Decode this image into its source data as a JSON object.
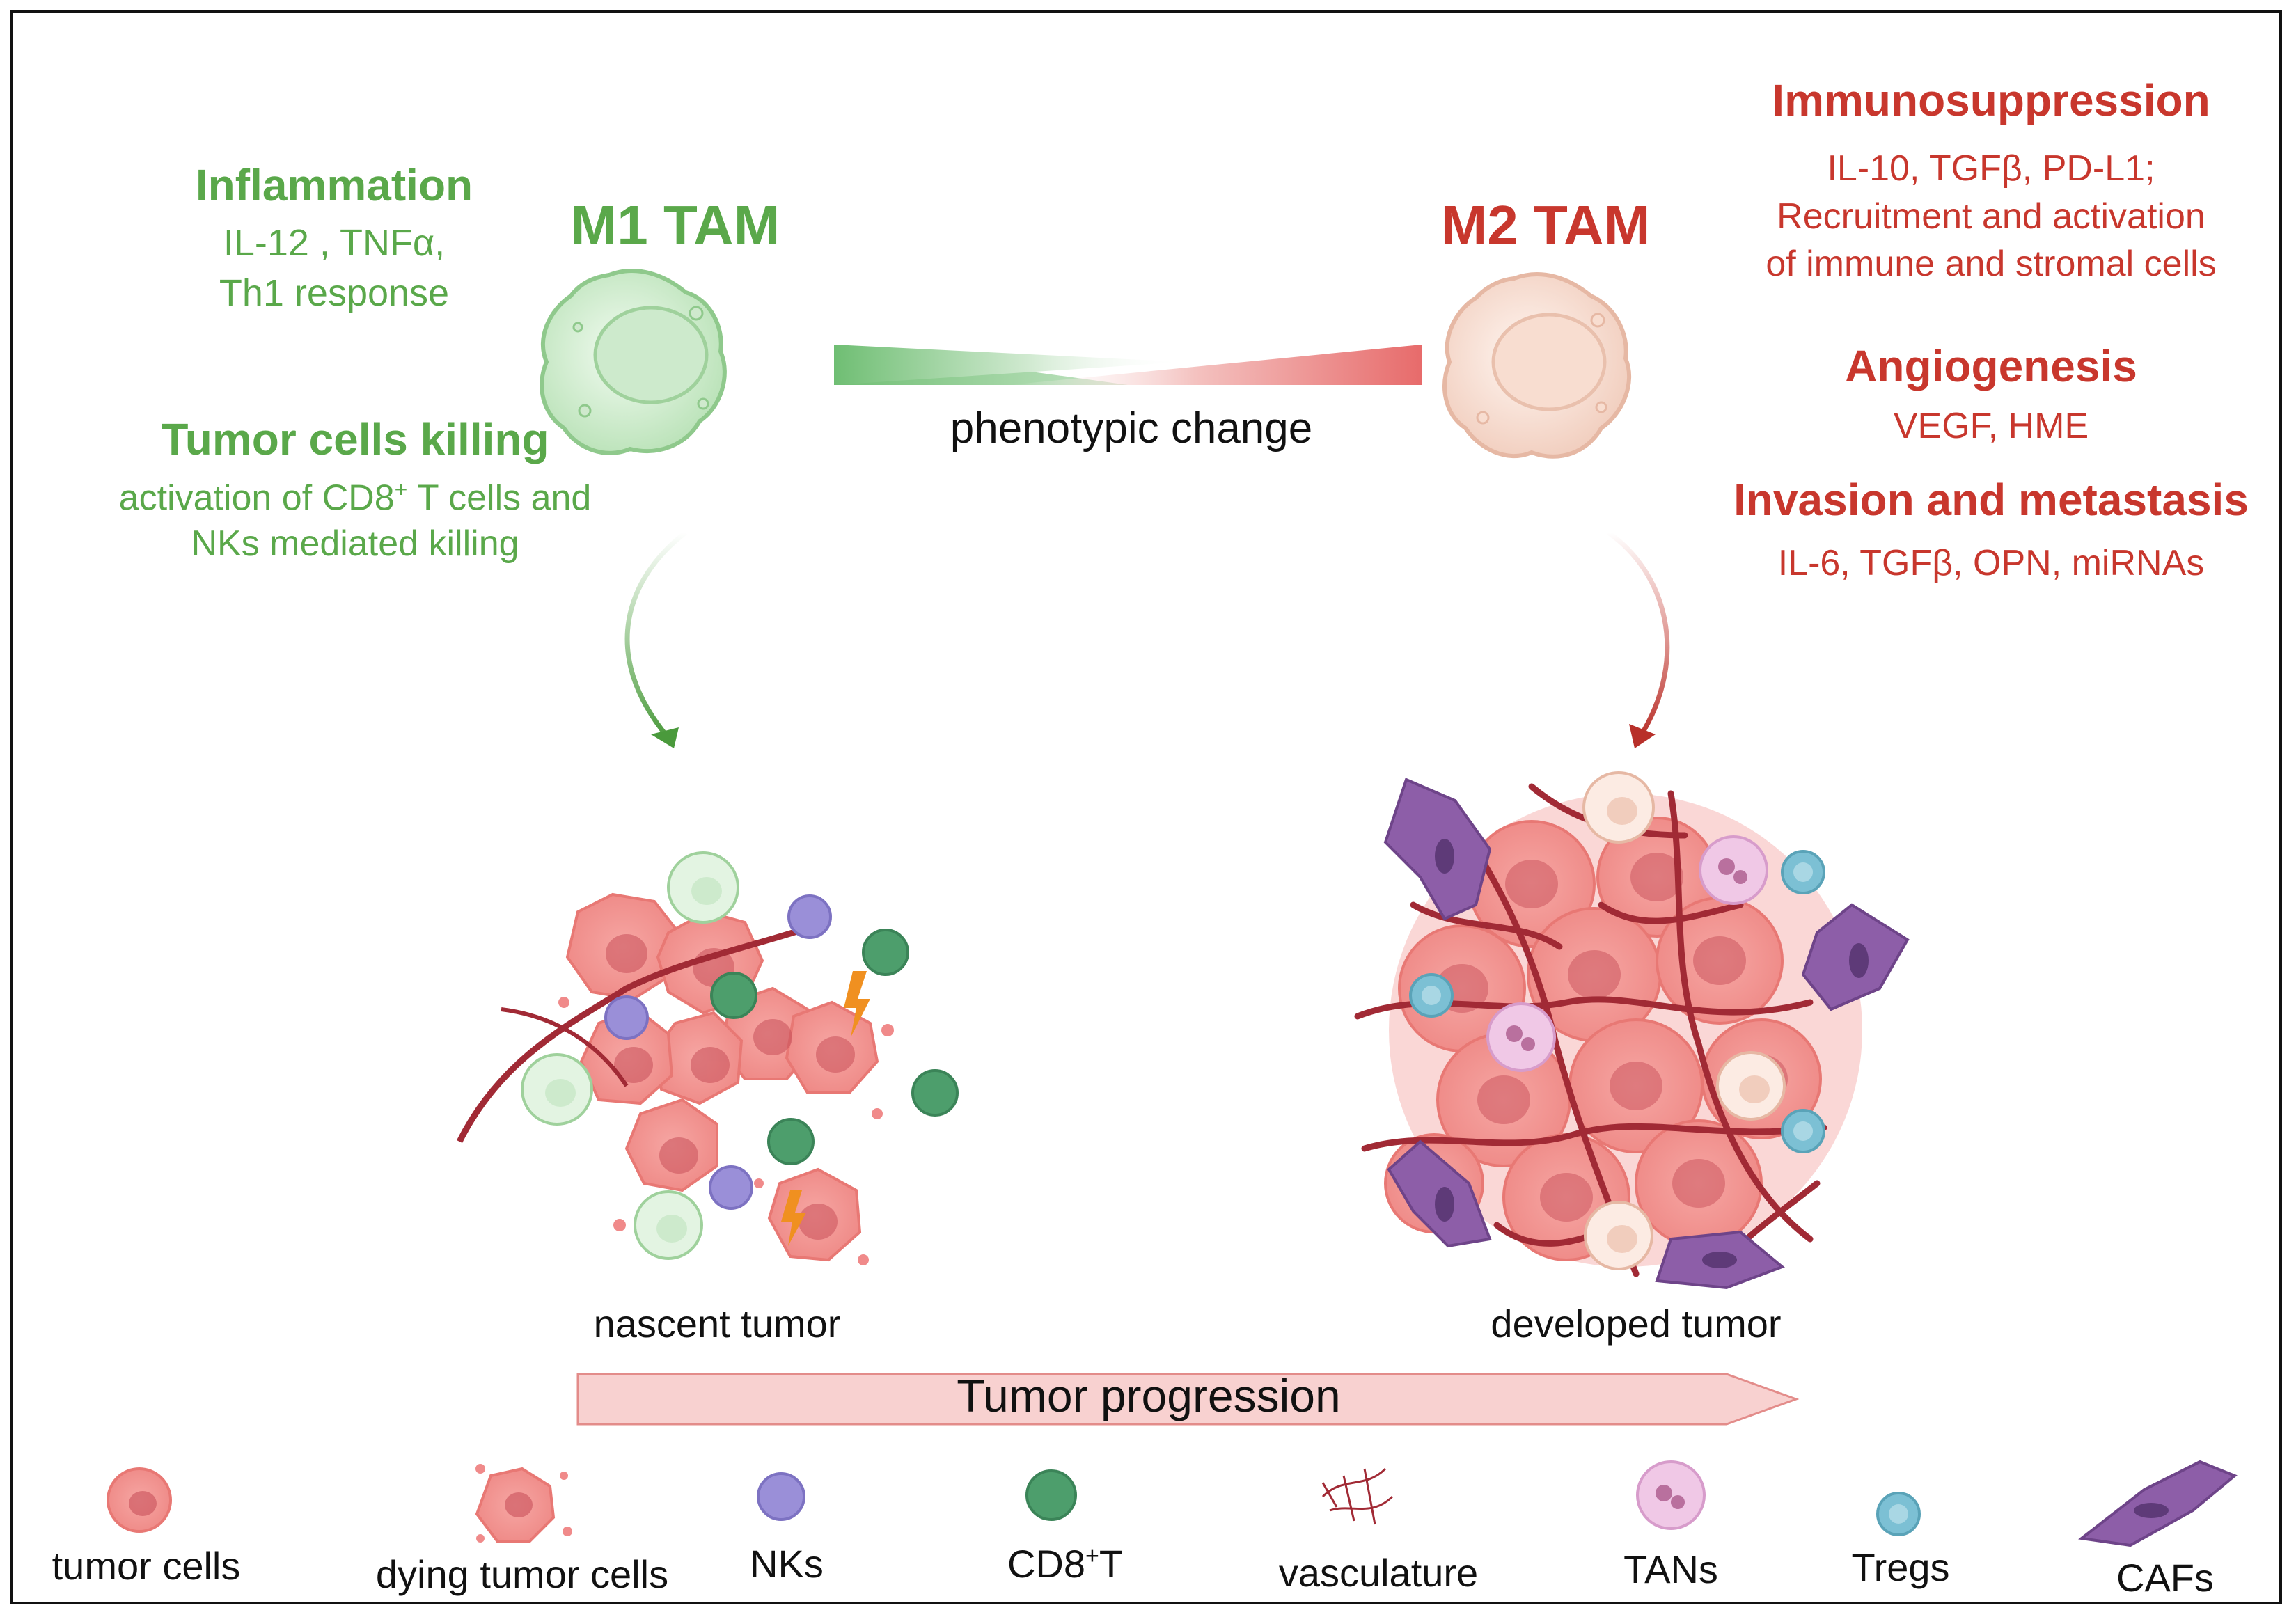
{
  "colors": {
    "m1_green": "#5aa84a",
    "m2_red": "#c8372d",
    "tumor_pink": "#f08a8a",
    "nk_purple": "#9a8fd8",
    "cd8_green": "#4d9e6c",
    "vessel_red": "#a12a35",
    "tan_pink": "#e6a8d6",
    "treg_blue": "#7cc0d4",
    "caf_purple": "#8d5ea8"
  },
  "m1": {
    "title": "M1 TAM",
    "inflammation_heading": "Inflammation",
    "inflammation_line1": "IL-12 , TNFα,",
    "inflammation_line2": "Th1 response",
    "killing_heading": "Tumor cells killing",
    "killing_line1_a": "activation of CD8",
    "killing_line1_sup": "+",
    "killing_line1_b": " T cells and",
    "killing_line2": "NKs mediated killing"
  },
  "m2": {
    "title": "M2 TAM",
    "immuno_heading": "Immunosuppression",
    "immuno_line1": "IL-10, TGFβ, PD-L1;",
    "immuno_line2": "Recruitment and activation",
    "immuno_line3": "of immune and stromal cells",
    "angio_heading": "Angiogenesis",
    "angio_line1": "VEGF, HME",
    "invasion_heading": "Invasion and metastasis",
    "invasion_line1": "IL-6, TGFβ, OPN, miRNAs"
  },
  "center": {
    "phenotypic_change": "phenotypic change",
    "nascent_tumor": "nascent tumor",
    "developed_tumor": "developed tumor",
    "tumor_progression": "Tumor progression"
  },
  "legend": {
    "tumor_cells": "tumor cells",
    "dying_tumor_cells": "dying tumor cells",
    "nks": "NKs",
    "cd8t_a": "CD8",
    "cd8t_sup": "+",
    "cd8t_b": "T",
    "vasculature": "vasculature",
    "tans": "TANs",
    "tregs": "Tregs",
    "cafs": "CAFs"
  }
}
